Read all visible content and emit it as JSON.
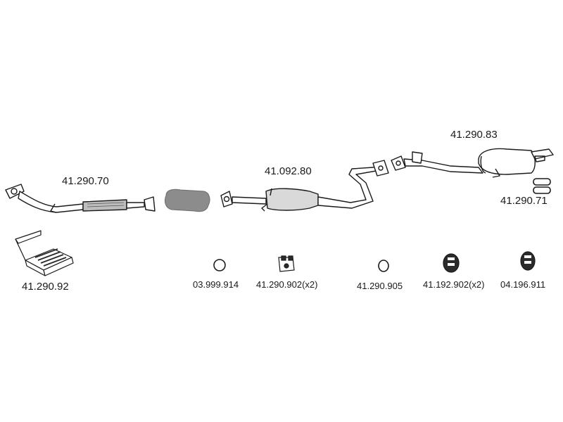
{
  "parts": {
    "front_pipe": {
      "part_no": "41.290.70",
      "icon": "front-pipe-icon"
    },
    "flex_section": {
      "icon": "flexible-section-icon"
    },
    "catalytic_converter": {
      "part_no": "41.092.80",
      "icon": "catalytic-converter-icon"
    },
    "rear_silencer": {
      "part_no": "41.290.83",
      "icon": "rear-silencer-icon"
    },
    "tail_gaskets": {
      "part_no": "41.290.71",
      "icon": "gasket-pair-icon"
    },
    "mounting_kit": {
      "part_no": "41.290.92",
      "icon": "mounting-kit-box-icon"
    },
    "ring_small": {
      "part_no": "03.999.914",
      "icon": "sealing-ring-icon"
    },
    "hanger_a": {
      "part_no": "41.290.902(x2)",
      "icon": "rubber-hanger-icon"
    },
    "ring_large": {
      "part_no": "41.290.905",
      "icon": "sealing-ring-icon"
    },
    "mount_b": {
      "part_no": "41.192.902(x2)",
      "icon": "rubber-mount-icon"
    },
    "mount_c": {
      "part_no": "04.196.911",
      "icon": "rubber-mount-icon"
    }
  },
  "colors": {
    "line": "#1a1a1a",
    "fill": "#ffffff",
    "shade": "#8c8c8c",
    "dark": "#2b2b2b"
  }
}
